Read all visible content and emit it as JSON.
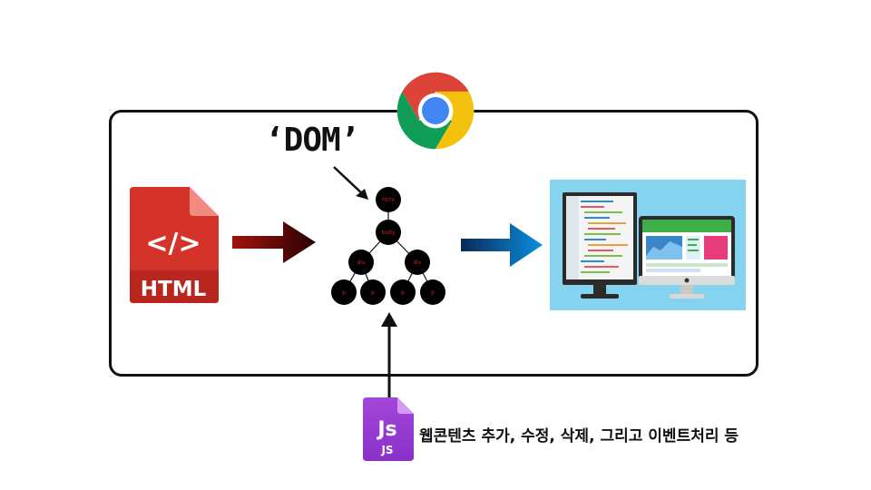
{
  "labels": {
    "dom": "‘DOM’",
    "js_caption": "웹콘텐츠 추가, 수정, 삭제, 그리고 이벤트처리 등"
  },
  "html_icon": {
    "symbol": "</>",
    "text": "HTML"
  },
  "js_icon": {
    "big": "Js",
    "small": "JS"
  },
  "dom_tree": {
    "nodes": [
      "html",
      "body",
      "div",
      "div",
      "p",
      "p",
      "p",
      "p"
    ]
  },
  "icons": [
    "chrome-icon",
    "html-file-icon",
    "javascript-icon",
    "monitors-illustration"
  ],
  "colors": {
    "arrow_red_start": "#3a0000",
    "arrow_red_end": "#a0140e",
    "arrow_blue_start": "#0a2a55",
    "arrow_blue_end": "#0a8fe0",
    "node_fill": "#000000",
    "node_text": "#d0221a",
    "html_icon": "#d4332a",
    "js_icon": "#9b3fd6",
    "screen_bg": "#86d3f0"
  }
}
